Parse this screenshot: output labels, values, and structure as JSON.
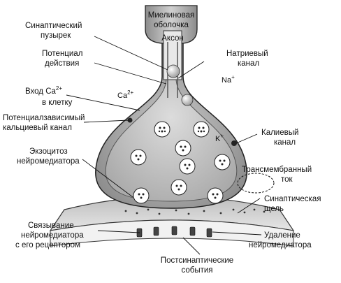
{
  "labels": {
    "myelin_line1": "Миелиновая",
    "myelin_line2": "оболочка",
    "axon": "Аксон",
    "vesicle_line1": "Синаптический",
    "vesicle_line2": "пузырек",
    "potential_line1": "Потенциал",
    "potential_line2": "действия",
    "sodium_line1": "Натриевый",
    "sodium_line2": "канал",
    "na_ion": "Na",
    "na_charge": "+",
    "ca_entry_line1": "Вход Ca",
    "ca_entry_charge": "2+",
    "ca_entry_line2": "в клетку",
    "ca_ion": "Ca",
    "ca_charge": "2+",
    "vgcc_line1": "Потенциалзависимый",
    "vgcc_line2": "кальциевый канал",
    "k_ion": "K",
    "k_charge": "+",
    "potassium_line1": "Калиевый",
    "potassium_line2": "канал",
    "exocytosis_line1": "Экзоцитоз",
    "exocytosis_line2": "нейромедиатора",
    "transmembrane_line1": "Трансмембранный",
    "transmembrane_line2": "ток",
    "cleft_line1": "Синаптическая",
    "cleft_line2": "щель",
    "binding_line1": "Связывание",
    "binding_line2": "нейромедиатора",
    "binding_line3": "с его рецептором",
    "removal_line1": "Удаление",
    "removal_line2": "нейромедиатора",
    "postsyn_line1": "Постсинаптические",
    "postsyn_line2": "события"
  }
}
